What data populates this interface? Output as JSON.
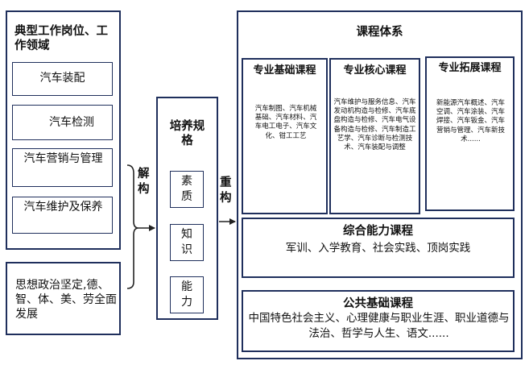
{
  "left": {
    "top_box_title": "典型工作岗位、工作领域",
    "items": [
      "汽车装配",
      "汽车检测",
      "汽车营销与管理",
      "汽车维护及保养"
    ],
    "bottom_box_text": "思想政治坚定,德、智、体、美、劳全面发展"
  },
  "arrow1_label": "解构",
  "middle": {
    "title": "培养规格",
    "items": [
      "素质",
      "知识",
      "能力"
    ]
  },
  "arrow2_label": "重构",
  "right": {
    "title": "课程体系",
    "columns": [
      {
        "title": "专业基础课程",
        "text": "汽车制图、汽车机械基础、汽车材料、汽车电工电子、汽车文化、钳工工艺"
      },
      {
        "title": "专业核心课程",
        "text": "汽车维护与服务信息、汽车发动机构造与检修、汽车底盘构造与检修、汽车电气设备构造与检修、汽车制造工艺学、汽车诊断与检测技术、汽车装配与调整"
      },
      {
        "title": "专业拓展课程",
        "text": "新能源汽车概述、汽车空调、汽车涂装、汽车焊接、汽车钣金、汽车营销与管理、汽车新技术......"
      }
    ],
    "comprehensive": {
      "title": "综合能力课程",
      "text": "军训、入学教育、社会实践、顶岗实践"
    },
    "public": {
      "title": "公共基础课程",
      "text": "中国特色社会主义、心理健康与职业生涯、职业道德与法治、哲学与人生、语文......"
    }
  }
}
